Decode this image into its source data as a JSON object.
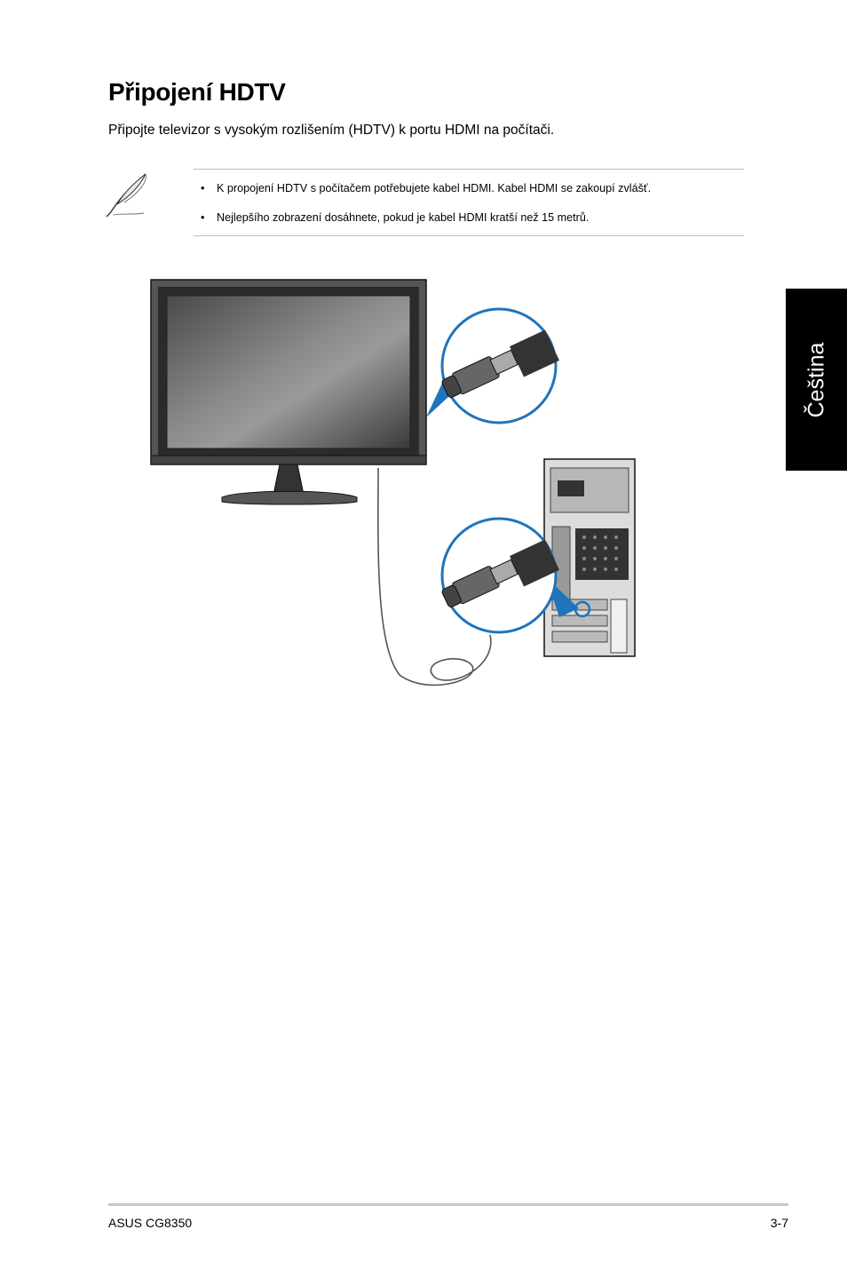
{
  "page": {
    "title": "Připojení HDTV",
    "intro": "Připojte televizor s vysokým rozlišením (HDTV) k portu HDMI na počítači.",
    "notes": [
      "K propojení HDTV s počítačem potřebujete kabel HDMI. Kabel HDMI se zakoupí zvlášť.",
      "Nejlepšího zobrazení dosáhnete, pokud je kabel HDMI kratší než 15 metrů."
    ],
    "bullet": "•",
    "side_tab": "Čeština",
    "footer": {
      "model": "ASUS CG8350",
      "page_number": "3-7"
    }
  },
  "colors": {
    "accent_blue": "#1f74bb",
    "tab_black": "#000000",
    "screen_gray": "#5a5a5a"
  },
  "icons": {
    "note": "feather-pen-icon"
  }
}
